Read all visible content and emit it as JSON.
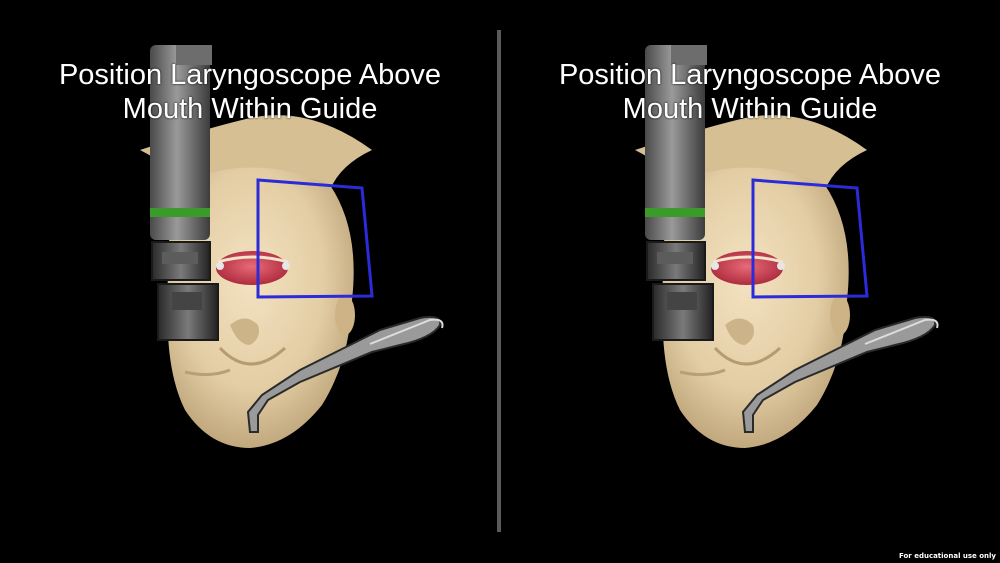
{
  "left_view": {
    "instruction_line1": "Position Laryngoscope Above",
    "instruction_line2": "Mouth Within Guide"
  },
  "right_view": {
    "instruction_line1": "Position Laryngoscope Above",
    "instruction_line2": "Mouth Within Guide"
  },
  "footer": {
    "disclaimer": "For educational use only"
  },
  "colors": {
    "background": "#000000",
    "guide_box": "#2b2bd9",
    "skin": "#e7d3ad",
    "scope_band": "#3a9a2a",
    "mouth": "#d2455a"
  },
  "icons": {
    "scene": "laryngoscope-head-render-icon"
  }
}
